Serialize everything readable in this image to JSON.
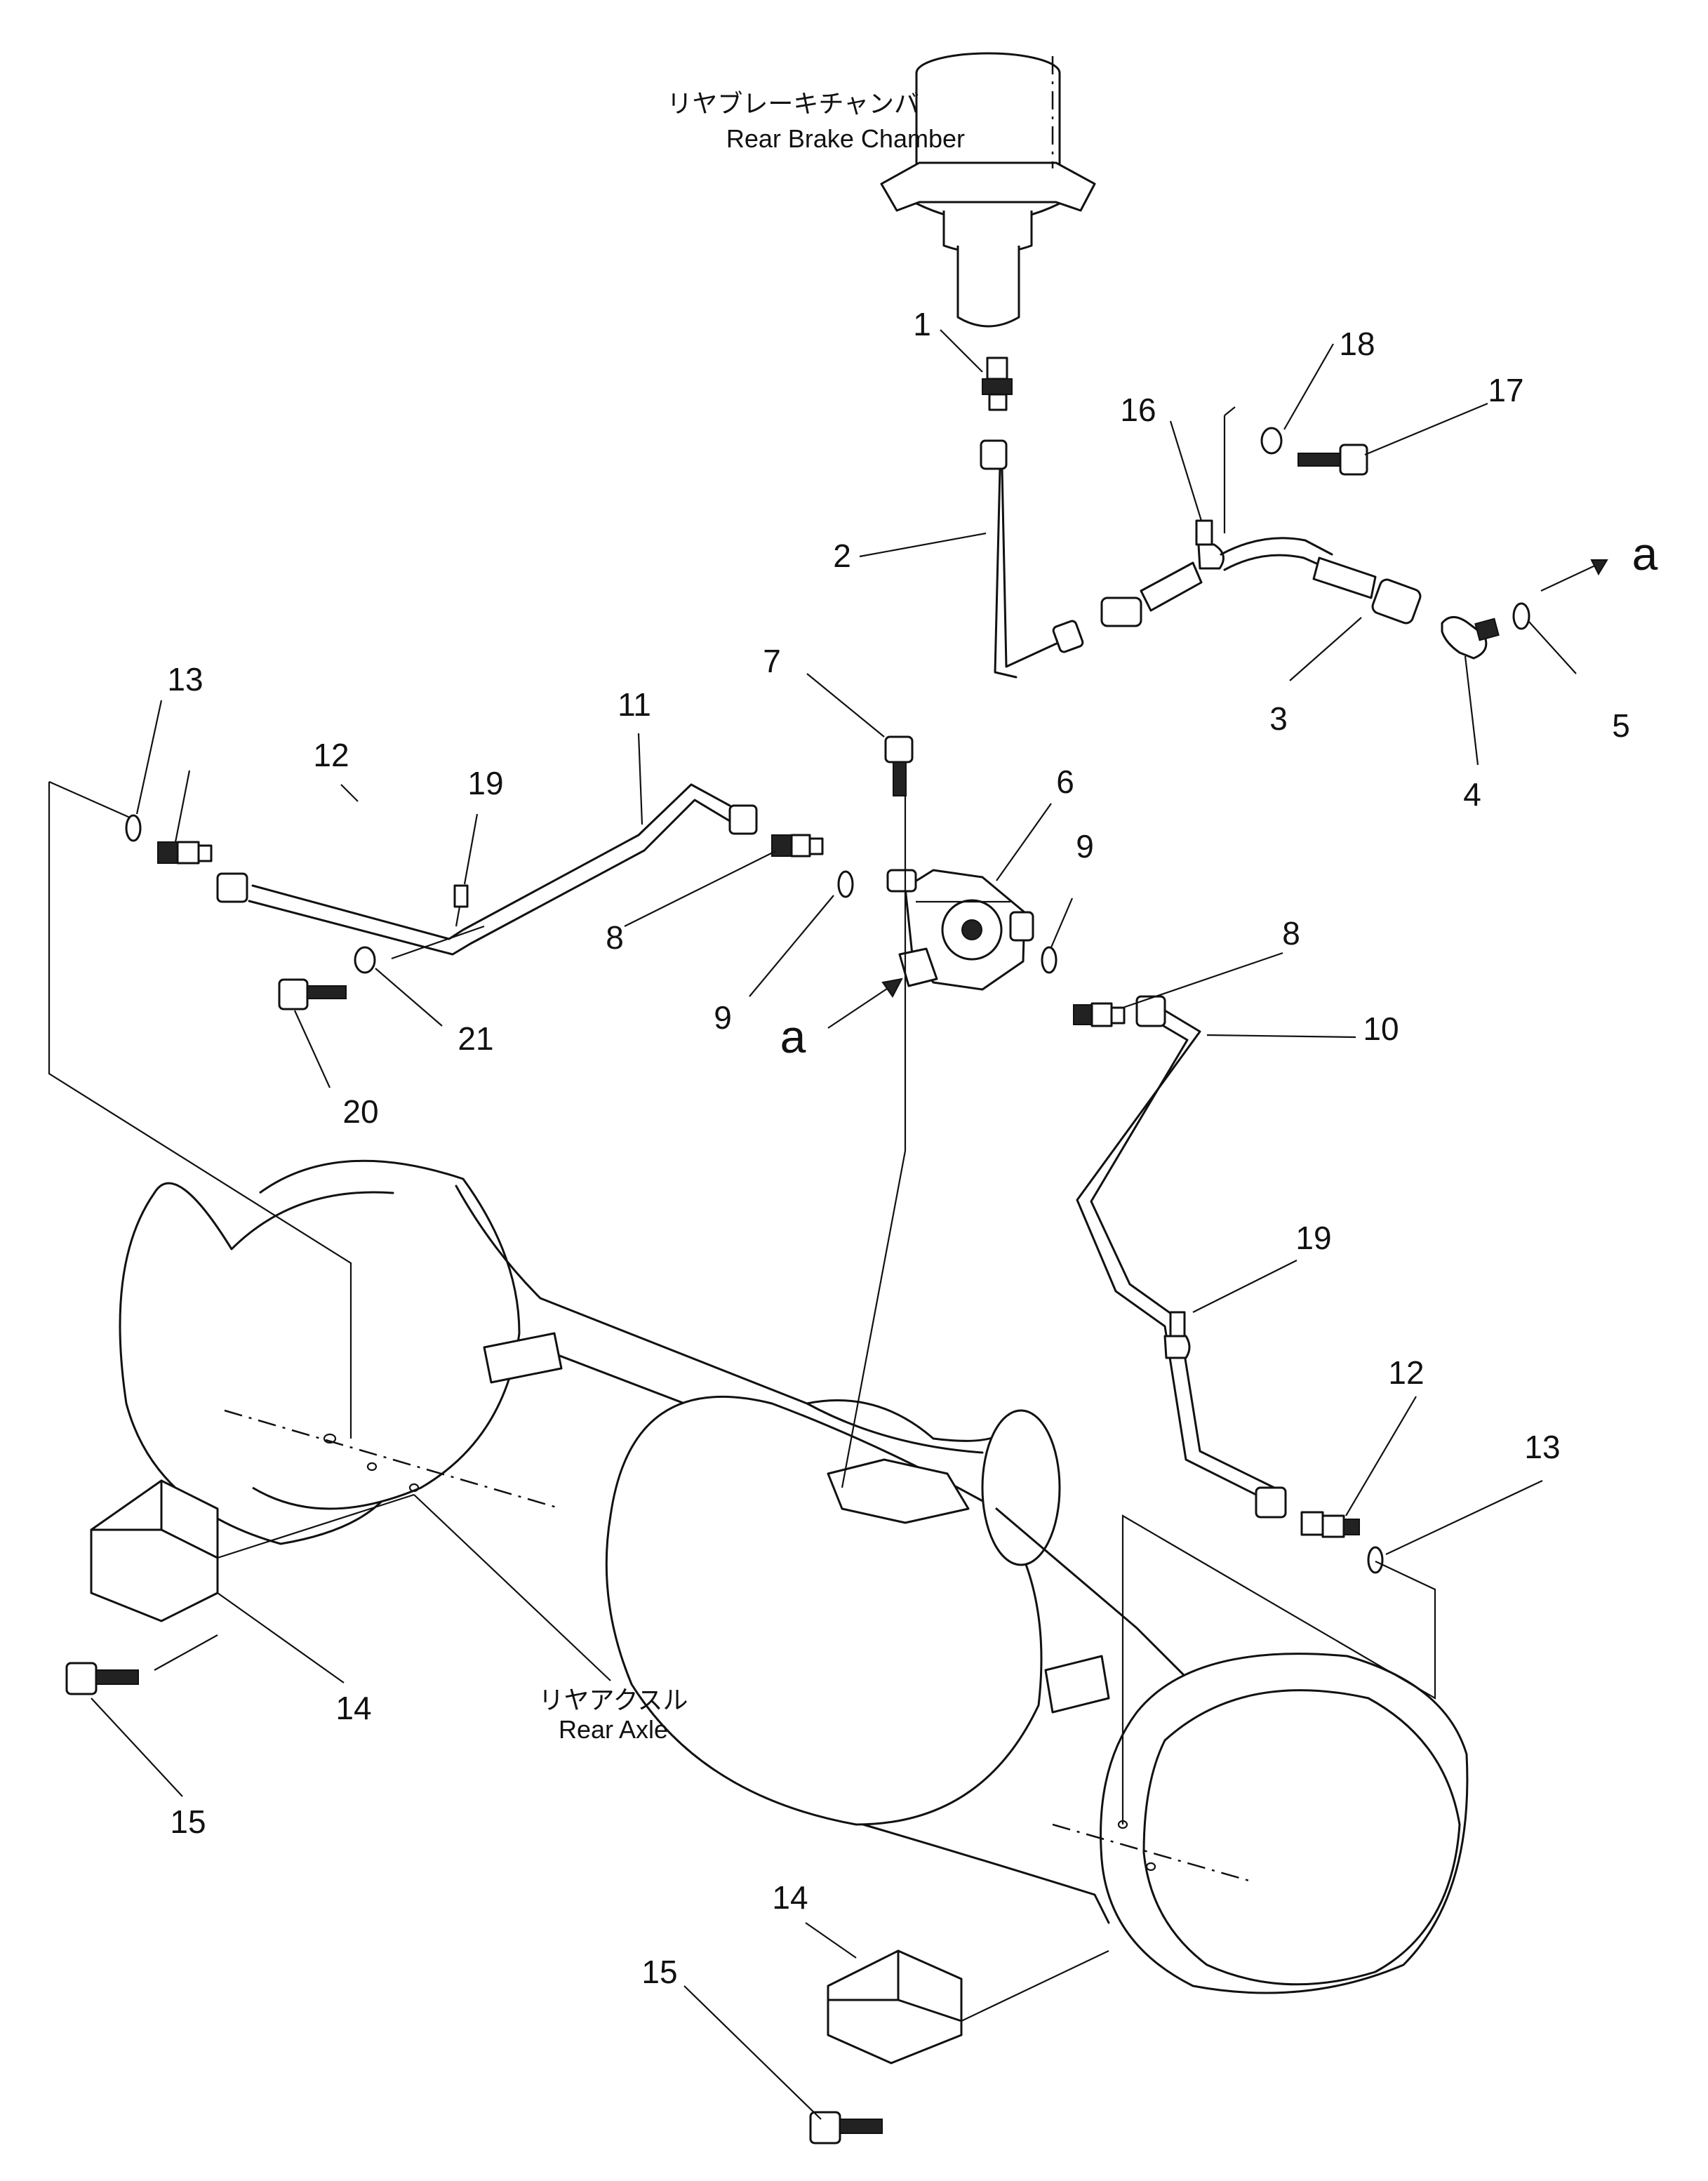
{
  "labels": {
    "rear_brake_chamber_jp": "リヤブレーキチャンバ",
    "rear_brake_chamber_en": "Rear Brake Chamber",
    "rear_axle_jp": "リヤアクスル",
    "rear_axle_en": "Rear Axle",
    "connection_mark": "a"
  },
  "callouts": {
    "n1": "1",
    "n2": "2",
    "n3": "3",
    "n4": "4",
    "n5": "5",
    "n6": "6",
    "n7": "7",
    "n8a": "8",
    "n8b": "8",
    "n9a": "9",
    "n9b": "9",
    "n10": "10",
    "n11": "11",
    "n12a": "12",
    "n12b": "12",
    "n13a": "13",
    "n13b": "13",
    "n14a": "14",
    "n14b": "14",
    "n15a": "15",
    "n15b": "15",
    "n16": "16",
    "n17": "17",
    "n18": "18",
    "n19a": "19",
    "n19b": "19",
    "n20": "20",
    "n21": "21"
  }
}
